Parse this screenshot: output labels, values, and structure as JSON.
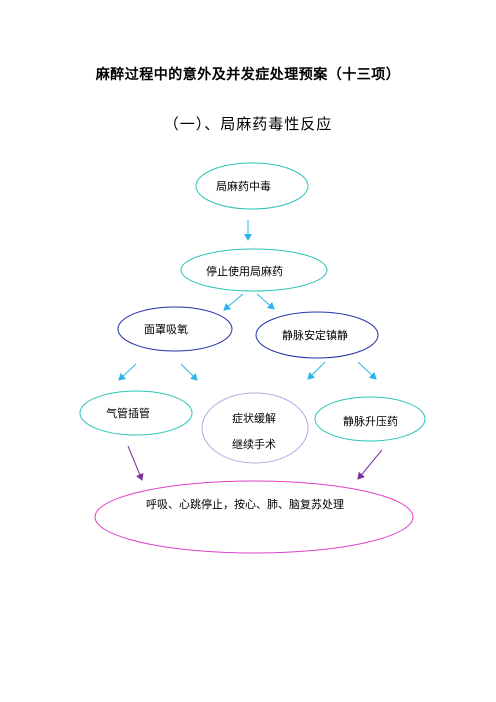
{
  "document": {
    "title": "麻醉过程中的意外及并发症处理预案（十三项）",
    "section_title": "（一）、局麻药毒性反应"
  },
  "flowchart": {
    "nodes": {
      "toxicity": "局麻药中毒",
      "stop_drug": "停止使用局麻药",
      "mask_oxygen": "面罩吸氧",
      "iv_sedation": "静脉安定镇静",
      "intubation": "气管插管",
      "symptom_relief": "症状缓解",
      "continue_surgery": "继续手术",
      "vasopressor": "静脉升压药",
      "resuscitation": "呼吸、心跳停止，按心、肺、脑复苏处理"
    },
    "colors": {
      "teal_border": "#2ec4b6",
      "blue_border": "#2233aa",
      "lavender_border": "#b9a6e0",
      "magenta_border": "#e040c8",
      "cyan_arrow": "#29b6e8",
      "purple_arrow": "#7b2f9c"
    }
  }
}
